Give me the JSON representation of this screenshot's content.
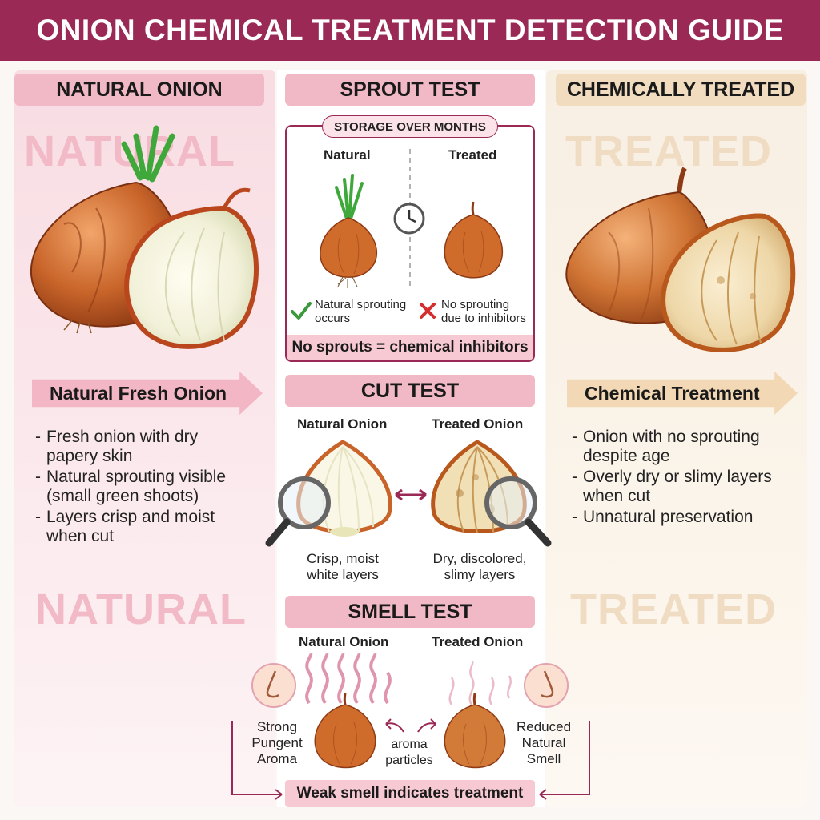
{
  "title": "ONION CHEMICAL TREATMENT DETECTION GUIDE",
  "left": {
    "header": "NATURAL ONION",
    "watermark_top": "NATURAL",
    "watermark_bottom": "NATURAL",
    "banner": "Natural Fresh Onion",
    "bullets": [
      "Fresh onion with dry papery skin",
      "Natural sprouting visible (small green shoots)",
      "Layers crisp and moist when cut"
    ]
  },
  "right": {
    "header": "CHEMICALLY TREATED",
    "watermark_top": "TREATED",
    "watermark_bottom": "TREATED",
    "banner": "Chemical Treatment",
    "bullets": [
      "Onion with no sprouting despite age",
      "Overly dry or slimy layers when cut",
      "Unnatural preservation"
    ]
  },
  "sprout": {
    "header": "SPROUT TEST",
    "storage": "STORAGE OVER MONTHS",
    "natural_label": "Natural",
    "treated_label": "Treated",
    "natural_note": "Natural sprouting occurs",
    "treated_note": "No sprouting due to inhibitors",
    "verdict": "No sprouts = chemical inhibitors"
  },
  "cut": {
    "header": "CUT TEST",
    "natural_label": "Natural Onion",
    "treated_label": "Treated Onion",
    "natural_caption_1": "Crisp, moist",
    "natural_caption_2": "white layers",
    "treated_caption_1": "Dry, discolored,",
    "treated_caption_2": "slimy layers"
  },
  "smell": {
    "header": "SMELL TEST",
    "natural_label": "Natural Onion",
    "treated_label": "Treated Onion",
    "natural_note_1": "Strong",
    "natural_note_2": "Pungent",
    "natural_note_3": "Aroma",
    "treated_note_1": "Reduced",
    "treated_note_2": "Natural",
    "treated_note_3": "Smell",
    "middle_note_1": "aroma",
    "middle_note_2": "particles",
    "verdict": "Weak smell indicates treatment"
  },
  "colors": {
    "brand": "#9a2a55",
    "pink_panel": "#f8dde3",
    "beige_panel": "#f8efe3",
    "onion_skin": "#c8642a",
    "check": "#3a9a3a",
    "cross": "#d32f2f"
  },
  "icons": [
    "onion-icon",
    "clock-icon",
    "check-icon",
    "cross-icon",
    "magnifier-icon",
    "nose-icon",
    "double-arrow-icon"
  ]
}
